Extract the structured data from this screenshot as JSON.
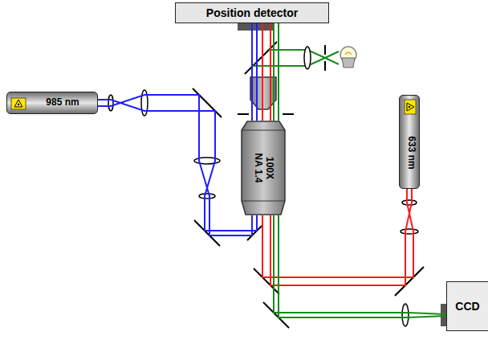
{
  "diagram": {
    "nodes": [
      {
        "text": [
          "Position detector"
        ]
      },
      {
        "text": [
          "985 nm"
        ]
      },
      {
        "text": [
          "633 nm"
        ]
      },
      {
        "text": [
          "100X",
          "NA 1.4"
        ]
      },
      {
        "text": [
          "CCD"
        ]
      }
    ],
    "edges": [
      {
        "from": 1,
        "to": 3,
        "arrow": "none"
      },
      {
        "from": 2,
        "to": 3,
        "arrow": "none"
      },
      {
        "from": 3,
        "to": 0,
        "arrow": "none"
      },
      {
        "from": 3,
        "to": 4,
        "arrow": "none"
      }
    ]
  }
}
